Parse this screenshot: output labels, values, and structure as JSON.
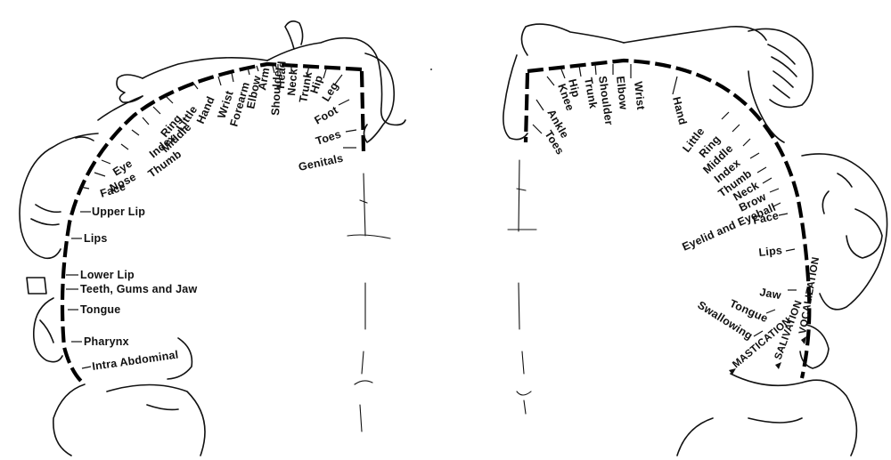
{
  "sensory": {
    "labels": [
      "Genitals",
      "Toes",
      "Foot",
      "Leg",
      "Hip",
      "Trunk",
      "Neck",
      "Head",
      "Shoulder",
      "Arm",
      "Elbow",
      "Forearm",
      "Wrist",
      "Hand",
      "Little",
      "Ring",
      "Middle",
      "Index",
      "Thumb",
      "Eye",
      "Nose",
      "Face",
      "Upper Lip",
      "Lips",
      "Lower Lip",
      "Teeth, Gums and Jaw",
      "Tongue",
      "Pharynx",
      "Intra Abdominal"
    ]
  },
  "motor": {
    "labels": [
      "Toes",
      "Ankle",
      "Knee",
      "Hip",
      "Trunk",
      "Shoulder",
      "Elbow",
      "Wrist",
      "Hand",
      "Little",
      "Ring",
      "Middle",
      "Index",
      "Thumb",
      "Neck",
      "Brow",
      "Eyelid and Eyeball",
      "Face",
      "Lips",
      "Jaw",
      "Tongue",
      "Swallowing"
    ],
    "vertical_labels": [
      "VOCALIZATION",
      "SALIVATION",
      "MASTICATION"
    ]
  }
}
